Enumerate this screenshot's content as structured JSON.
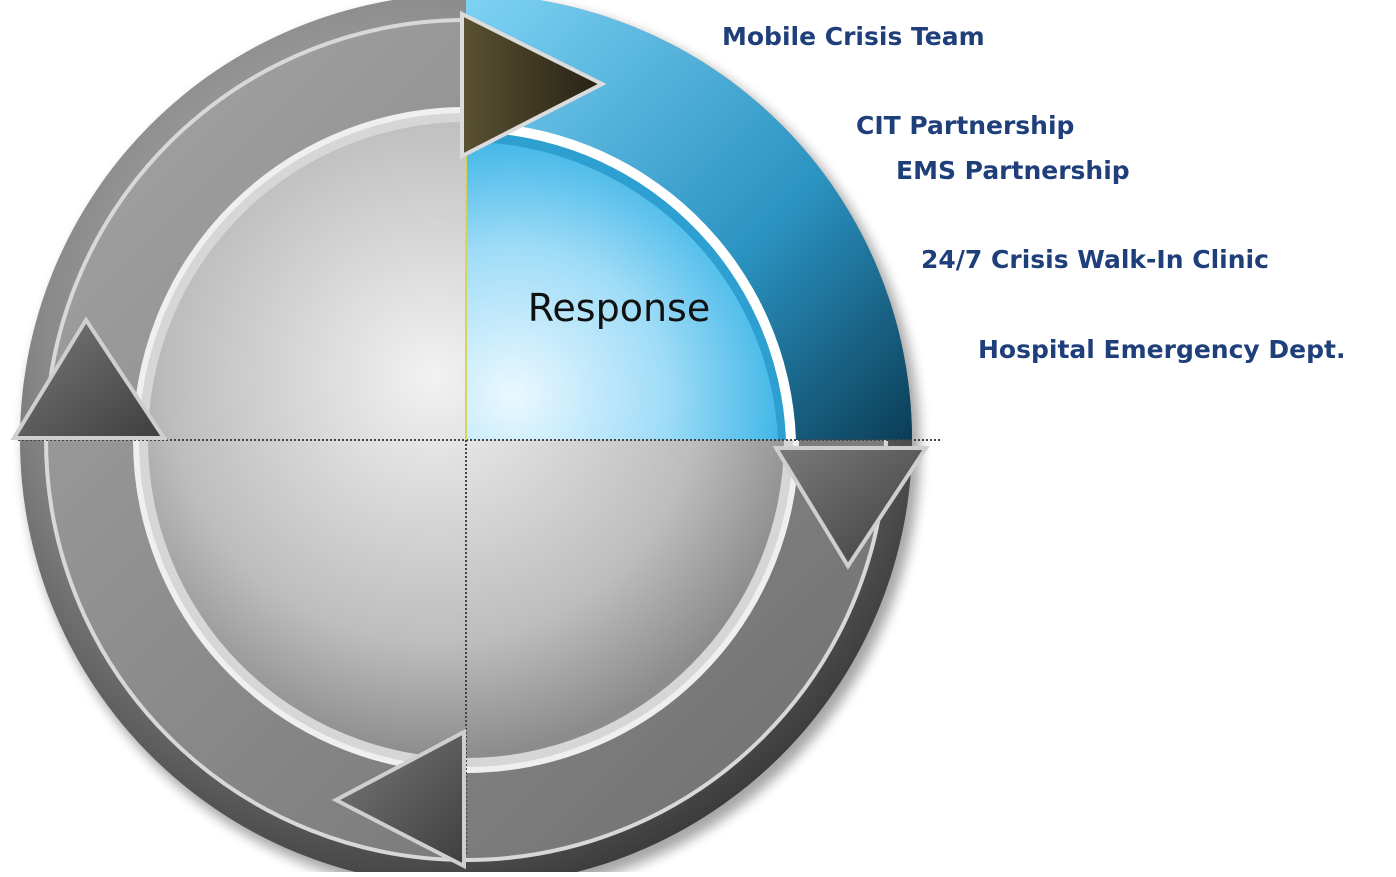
{
  "diagram": {
    "active_quadrant": "Response",
    "colors": {
      "active_fill": "#4fc3ef",
      "inactive_fill": "#9a9a9a",
      "label_text": "#1f3f7a",
      "arrow_head_dark": "#3a3320"
    },
    "items": [
      "Mobile Crisis Team",
      "CIT Partnership",
      "EMS Partnership",
      "24/7 Crisis Walk-In Clinic",
      "Hospital Emergency Dept."
    ]
  }
}
